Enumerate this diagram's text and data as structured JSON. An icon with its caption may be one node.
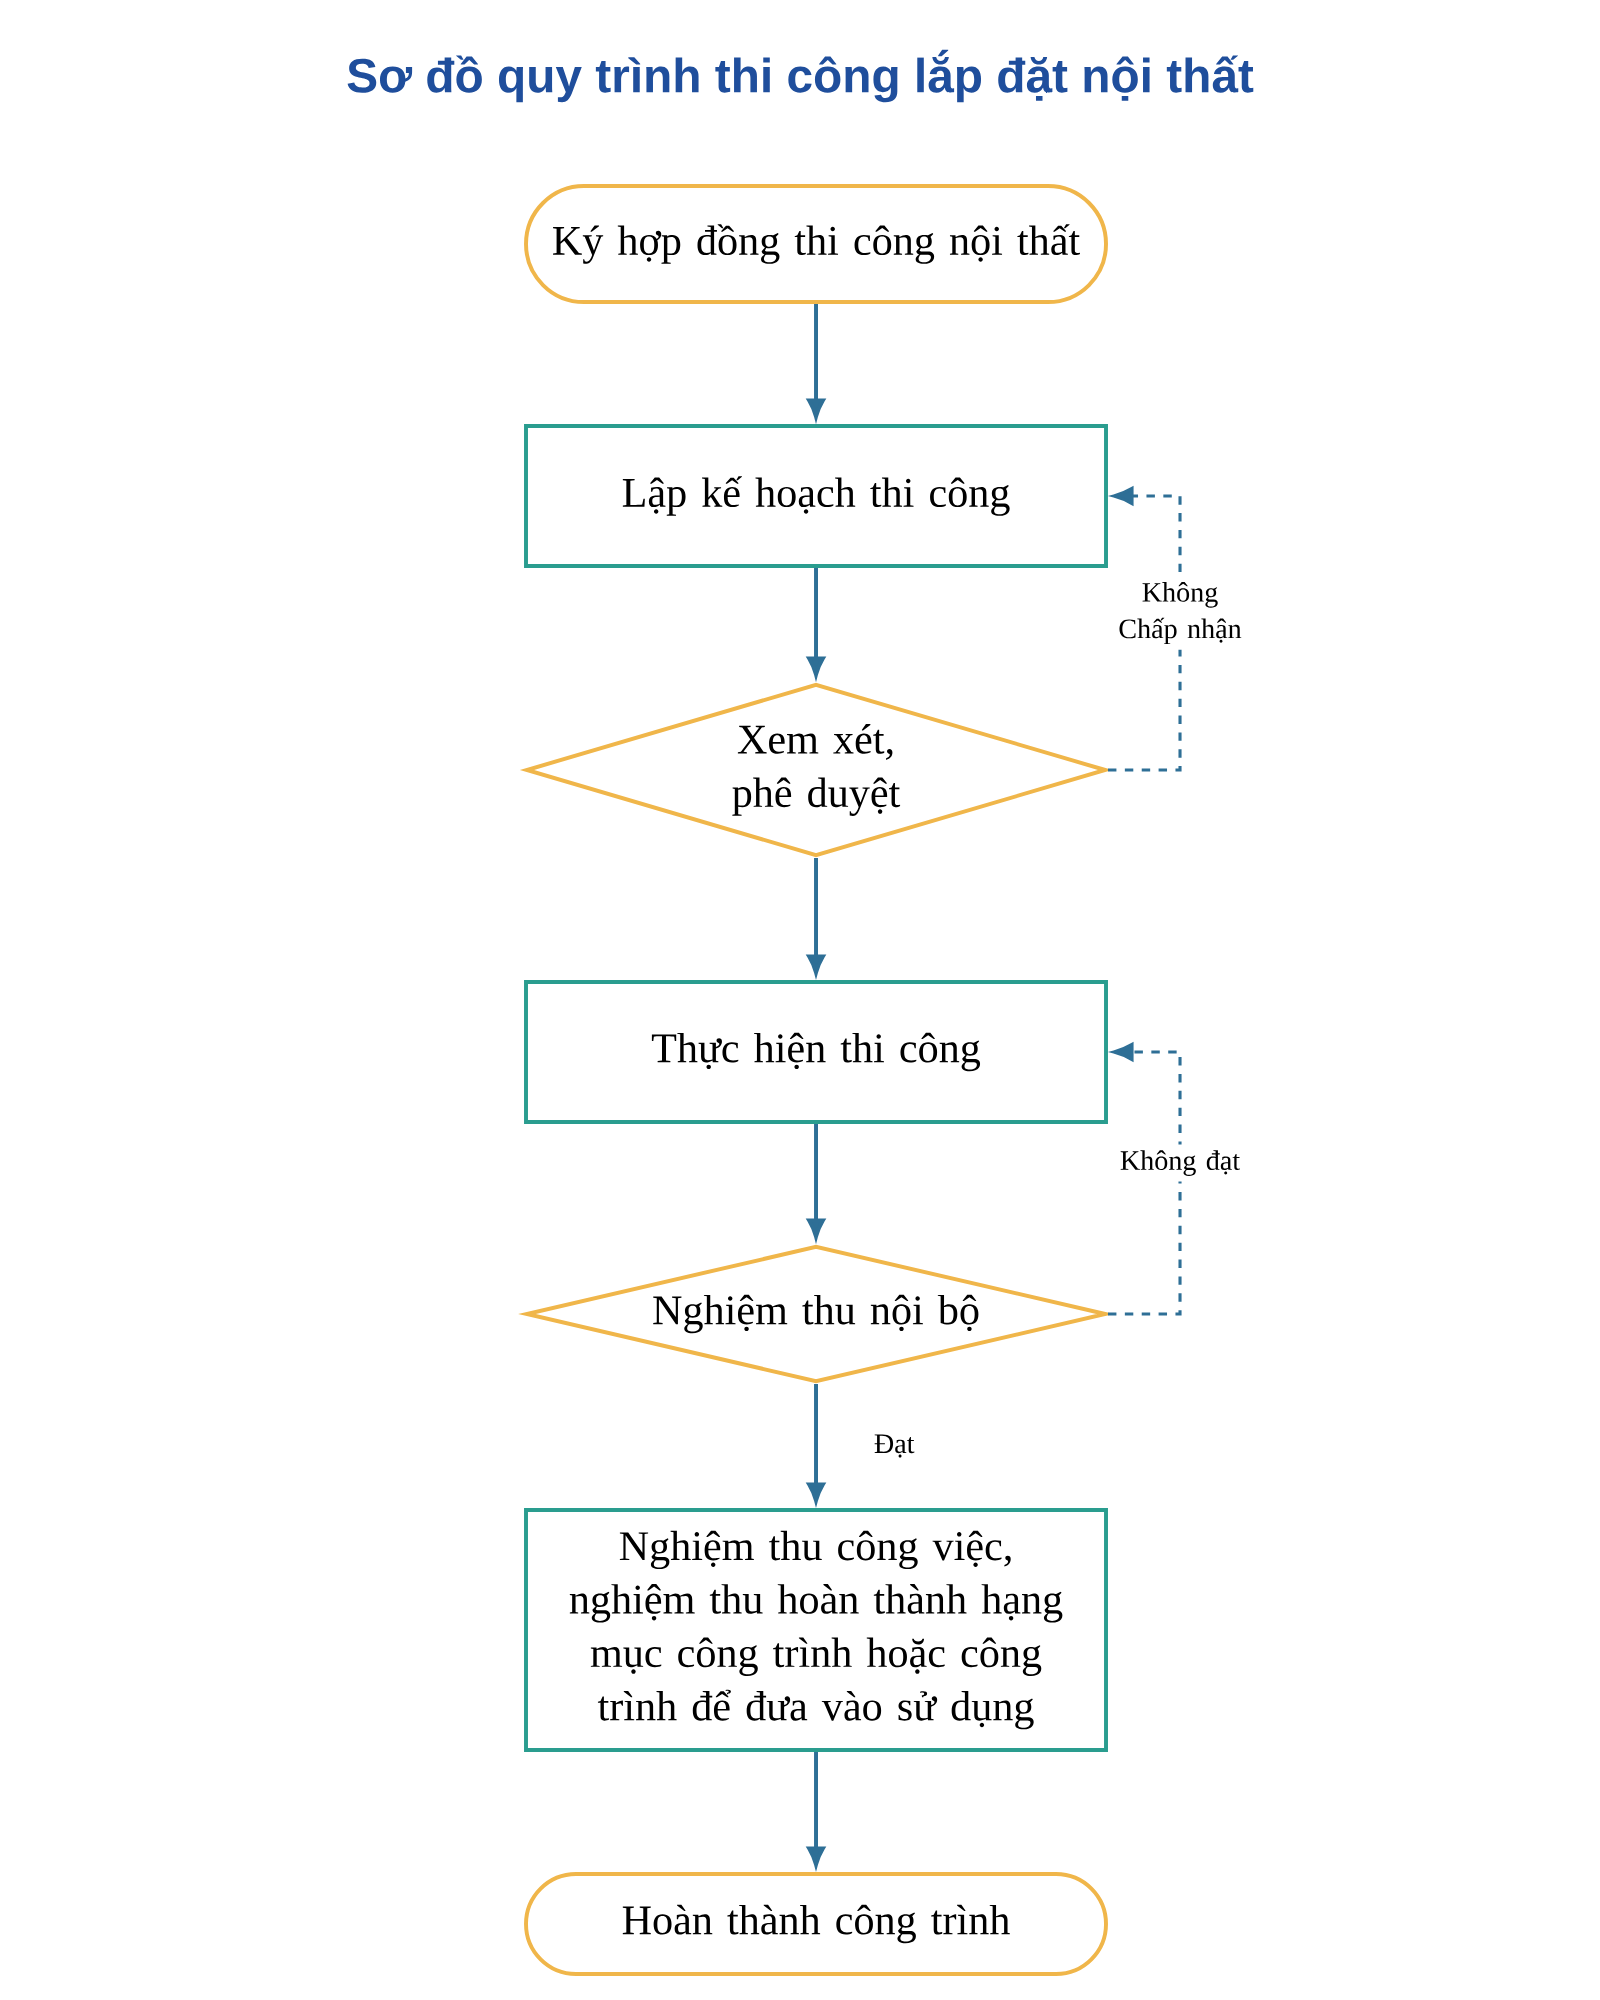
{
  "diagram": {
    "title": "Sơ đồ quy trình thi công lắp đặt nội thất",
    "nodes": [
      {
        "text": [
          "Ký hợp đồng thi công nội thất"
        ]
      },
      {
        "text": [
          "Lập kế hoạch thi công"
        ]
      },
      {
        "text": [
          "Xem xét, phê duyệt"
        ]
      },
      {
        "text": [
          "Thực hiện thi công"
        ]
      },
      {
        "text": [
          "Nghiệm thu nội bộ"
        ]
      },
      {
        "text": [
          "Nghiệm thu công việc, nghiệm thu hoàn thành hạng mục công trình hoặc công trình để đưa vào sử dụng"
        ]
      },
      {
        "text": [
          "Hoàn thành công trình"
        ]
      }
    ],
    "edges": [
      {
        "from": 0,
        "to": 1,
        "arrow": "to"
      },
      {
        "from": 1,
        "to": 2,
        "arrow": "to"
      },
      {
        "from": 2,
        "to": 1,
        "arrow": "to",
        "label": "Không Chấp nhận",
        "style": "dashed"
      },
      {
        "from": 2,
        "to": 3,
        "arrow": "to"
      },
      {
        "from": 3,
        "to": 4,
        "arrow": "to"
      },
      {
        "from": 4,
        "to": 3,
        "arrow": "to",
        "label": "Không đạt",
        "style": "dashed"
      },
      {
        "from": 4,
        "to": 5,
        "arrow": "to",
        "label": "Đạt"
      },
      {
        "from": 5,
        "to": 6,
        "arrow": "to"
      }
    ]
  }
}
